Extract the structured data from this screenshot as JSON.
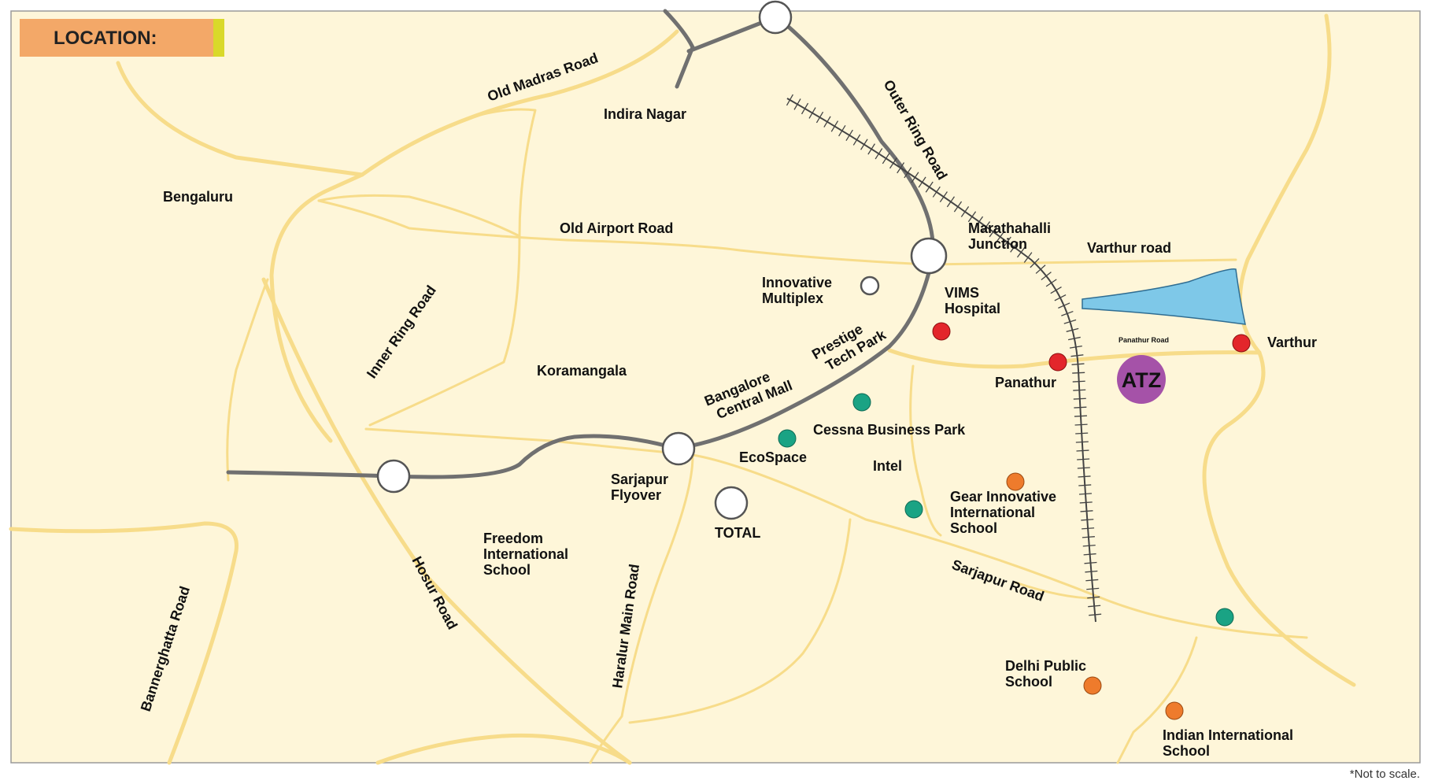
{
  "header": {
    "title": "LOCATION:"
  },
  "colors": {
    "background": "#fef6d9",
    "road": "#f7dc8a",
    "ring_road": "#707070",
    "railway": "#444444",
    "lake": "#7ec8e8",
    "header_fill": "#f3a868",
    "header_accent": "#d9d92a",
    "marker_red": "#e3262b",
    "marker_green": "#1aa384",
    "marker_orange": "#ee7b2c",
    "atz": "#a552a8"
  },
  "roads": {
    "old_madras_road": "Old Madras Road",
    "outer_ring_road": "Outer Ring Road",
    "old_airport_road": "Old Airport Road",
    "varthur_road": "Varthur road",
    "inner_ring_road": "Inner Ring Road",
    "panathur_road": "Panathur Road",
    "sarjapur_road": "Sarjapur Road",
    "hosur_road": "Hosur Road",
    "haralur_main_road": "Haralur Main Road",
    "bannerghatta_road": "Bannerghatta Road"
  },
  "areas": {
    "bengaluru": "Bengaluru",
    "indira_nagar": "Indira Nagar",
    "koramangala": "Koramangala",
    "intel": "Intel"
  },
  "places": {
    "marathahalli": [
      "Marathahalli",
      "Junction"
    ],
    "innovative_multiplex": [
      "Innovative",
      "Multiplex"
    ],
    "vims_hospital": [
      "VIMS",
      "Hospital"
    ],
    "prestige_tech_park": [
      "Prestige",
      "Tech Park"
    ],
    "bangalore_central_mall": [
      "Bangalore",
      "Central Mall"
    ],
    "varthur": "Varthur",
    "panathur": "Panathur",
    "cessna_business_park": "Cessna Business Park",
    "ecospace": "EcoSpace",
    "sarjapur_flyover": [
      "Sarjapur",
      "Flyover"
    ],
    "total": "TOTAL",
    "gear_school": [
      "Gear Innovative",
      "International",
      "School"
    ],
    "freedom_school": [
      "Freedom",
      "International",
      "School"
    ],
    "delhi_public_school": [
      "Delhi Public",
      "School"
    ],
    "indian_international_school": [
      "Indian International",
      "School"
    ]
  },
  "project": {
    "label": "ATZ"
  },
  "footnote": "*Not to scale."
}
